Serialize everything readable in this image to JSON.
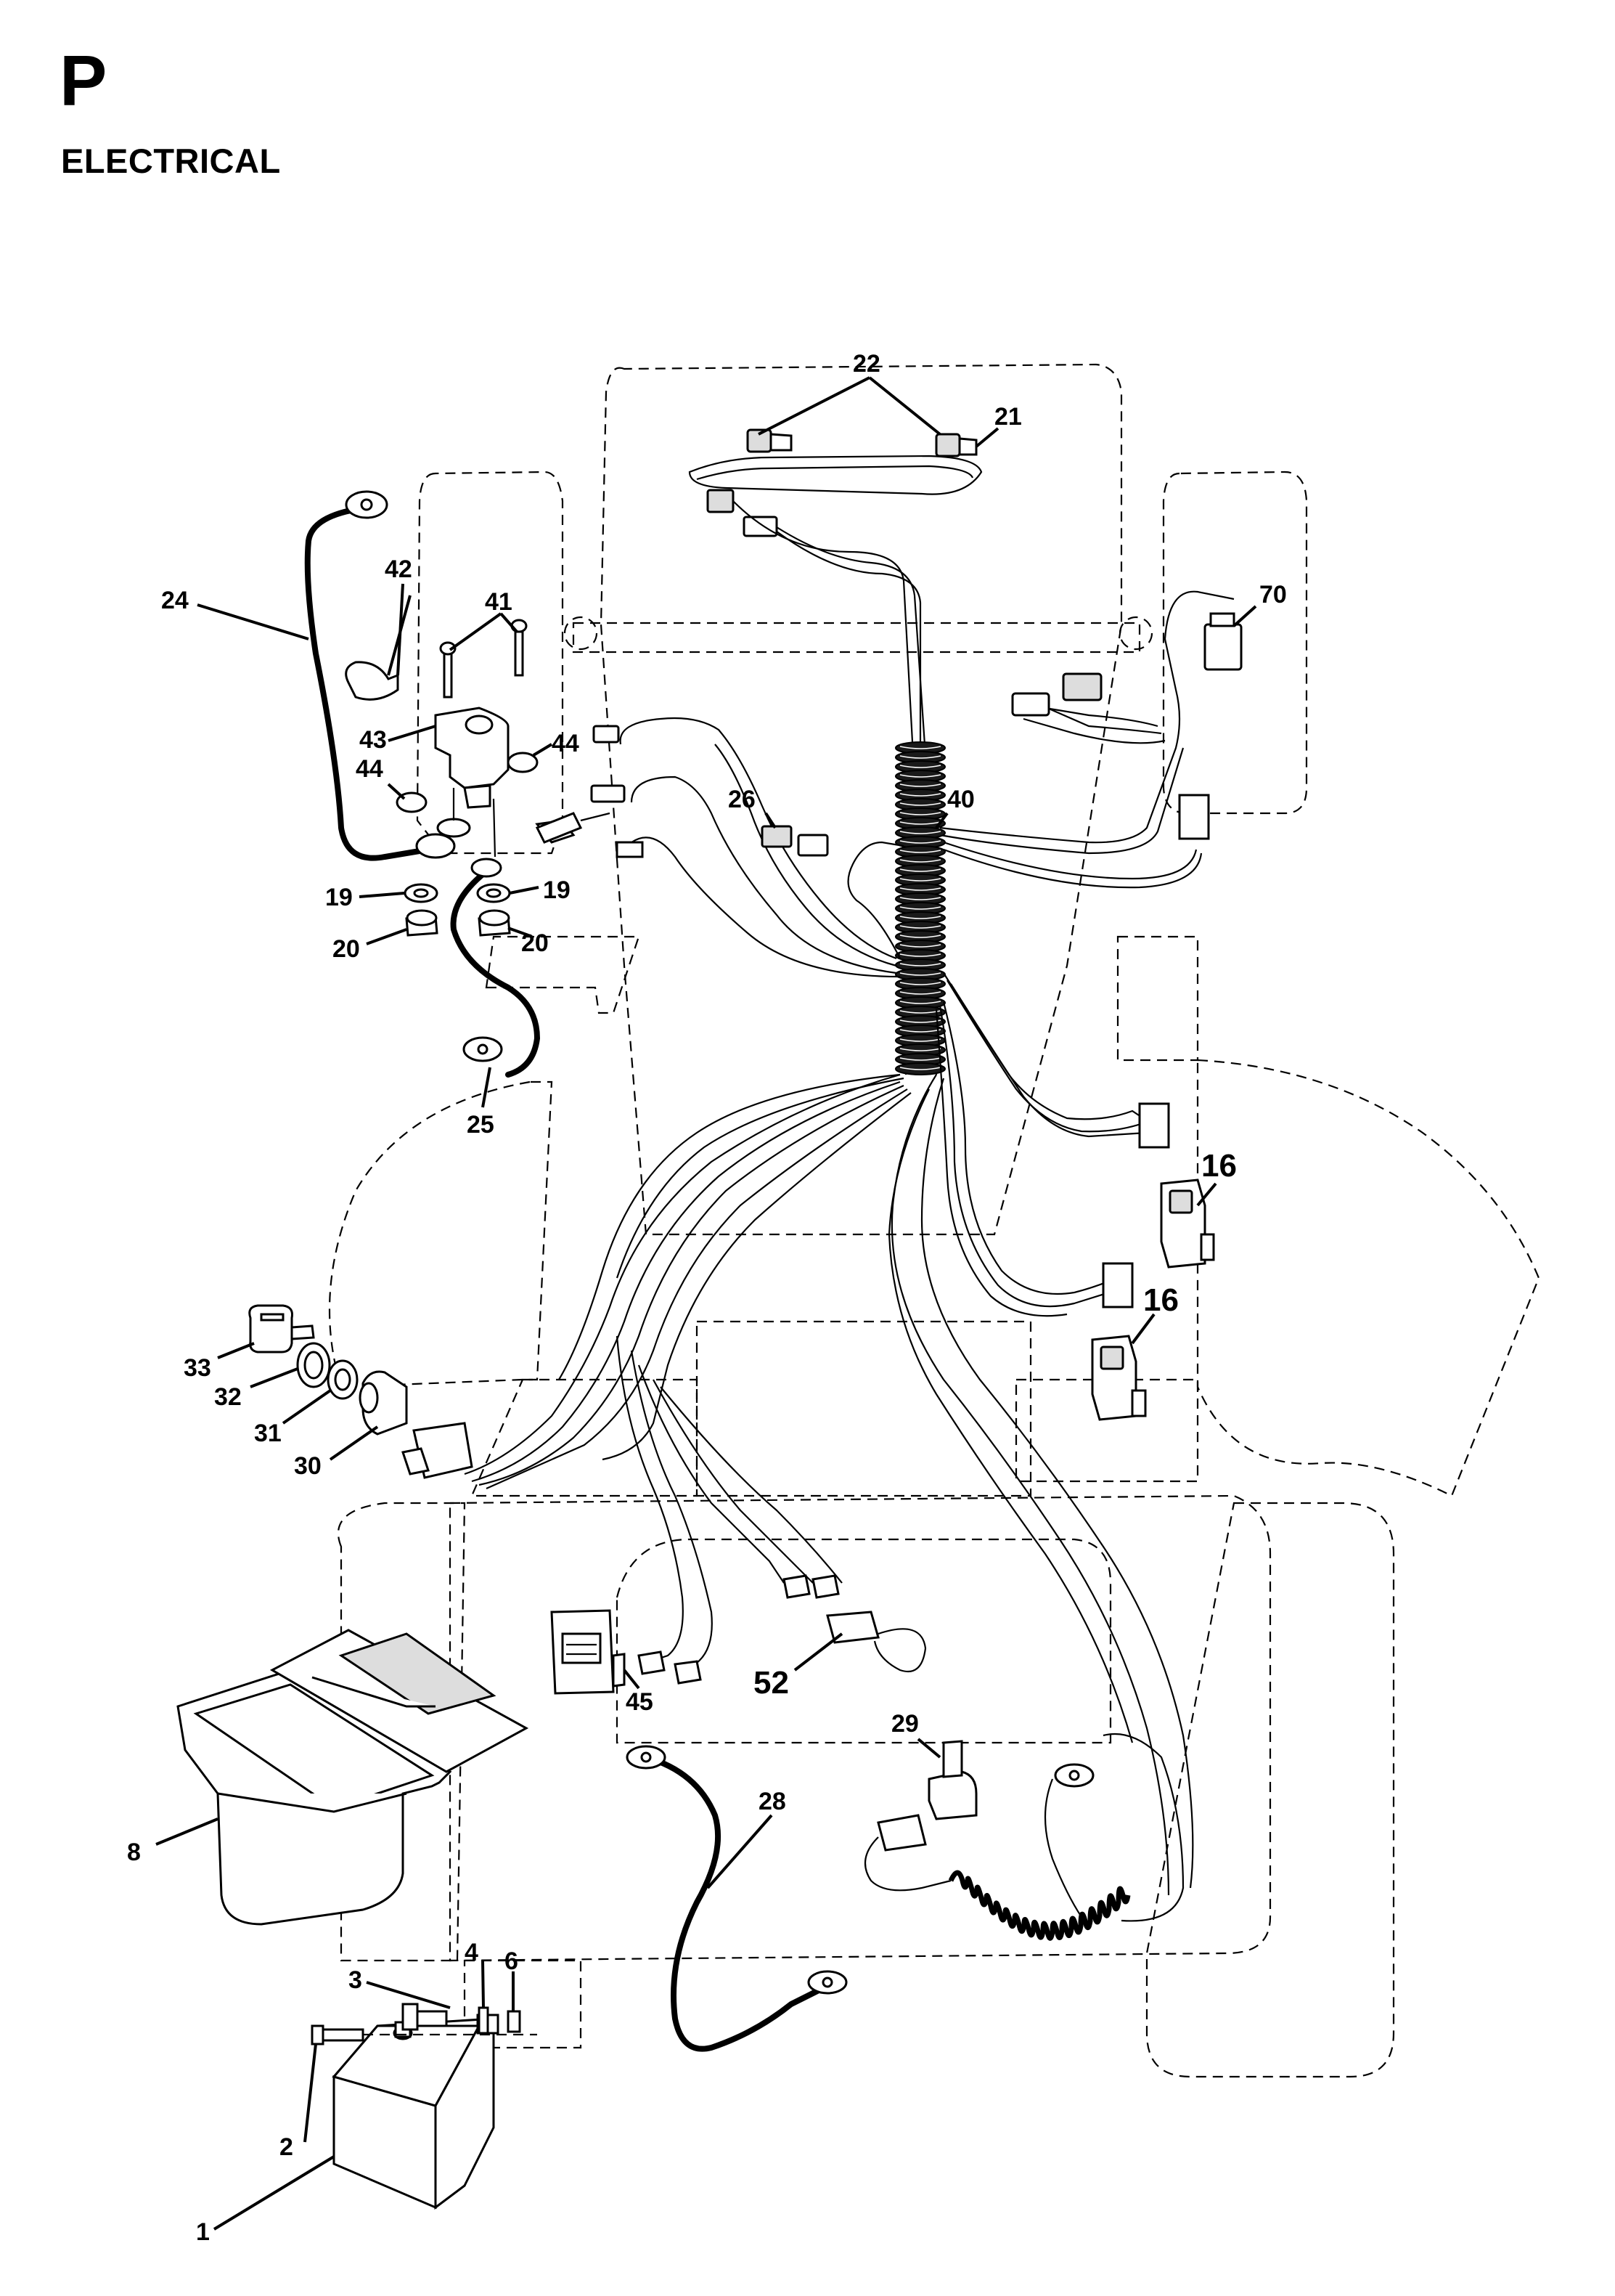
{
  "header": {
    "section_letter": "P",
    "section_title": "ELECTRICAL"
  },
  "callouts": [
    {
      "id": "c1",
      "label": "1",
      "size": "normal"
    },
    {
      "id": "c2",
      "label": "2",
      "size": "normal"
    },
    {
      "id": "c3",
      "label": "3",
      "size": "normal"
    },
    {
      "id": "c4",
      "label": "4",
      "size": "normal"
    },
    {
      "id": "c6",
      "label": "6",
      "size": "normal"
    },
    {
      "id": "c8",
      "label": "8",
      "size": "normal"
    },
    {
      "id": "c16a",
      "label": "16",
      "size": "large"
    },
    {
      "id": "c16b",
      "label": "16",
      "size": "large"
    },
    {
      "id": "c19a",
      "label": "19",
      "size": "normal"
    },
    {
      "id": "c19b",
      "label": "19",
      "size": "normal"
    },
    {
      "id": "c20a",
      "label": "20",
      "size": "normal"
    },
    {
      "id": "c20b",
      "label": "20",
      "size": "normal"
    },
    {
      "id": "c21",
      "label": "21",
      "size": "normal"
    },
    {
      "id": "c22",
      "label": "22",
      "size": "normal"
    },
    {
      "id": "c24",
      "label": "24",
      "size": "normal"
    },
    {
      "id": "c25",
      "label": "25",
      "size": "normal"
    },
    {
      "id": "c26",
      "label": "26",
      "size": "normal"
    },
    {
      "id": "c28",
      "label": "28",
      "size": "normal"
    },
    {
      "id": "c29",
      "label": "29",
      "size": "normal"
    },
    {
      "id": "c30",
      "label": "30",
      "size": "normal"
    },
    {
      "id": "c31",
      "label": "31",
      "size": "normal"
    },
    {
      "id": "c32",
      "label": "32",
      "size": "normal"
    },
    {
      "id": "c33",
      "label": "33",
      "size": "normal"
    },
    {
      "id": "c40",
      "label": "40",
      "size": "normal"
    },
    {
      "id": "c41",
      "label": "41",
      "size": "normal"
    },
    {
      "id": "c42",
      "label": "42",
      "size": "normal"
    },
    {
      "id": "c43",
      "label": "43",
      "size": "normal"
    },
    {
      "id": "c44a",
      "label": "44",
      "size": "normal"
    },
    {
      "id": "c44b",
      "label": "44",
      "size": "normal"
    },
    {
      "id": "c45",
      "label": "45",
      "size": "normal"
    },
    {
      "id": "c52",
      "label": "52",
      "size": "large"
    },
    {
      "id": "c70",
      "label": "70",
      "size": "normal"
    }
  ]
}
